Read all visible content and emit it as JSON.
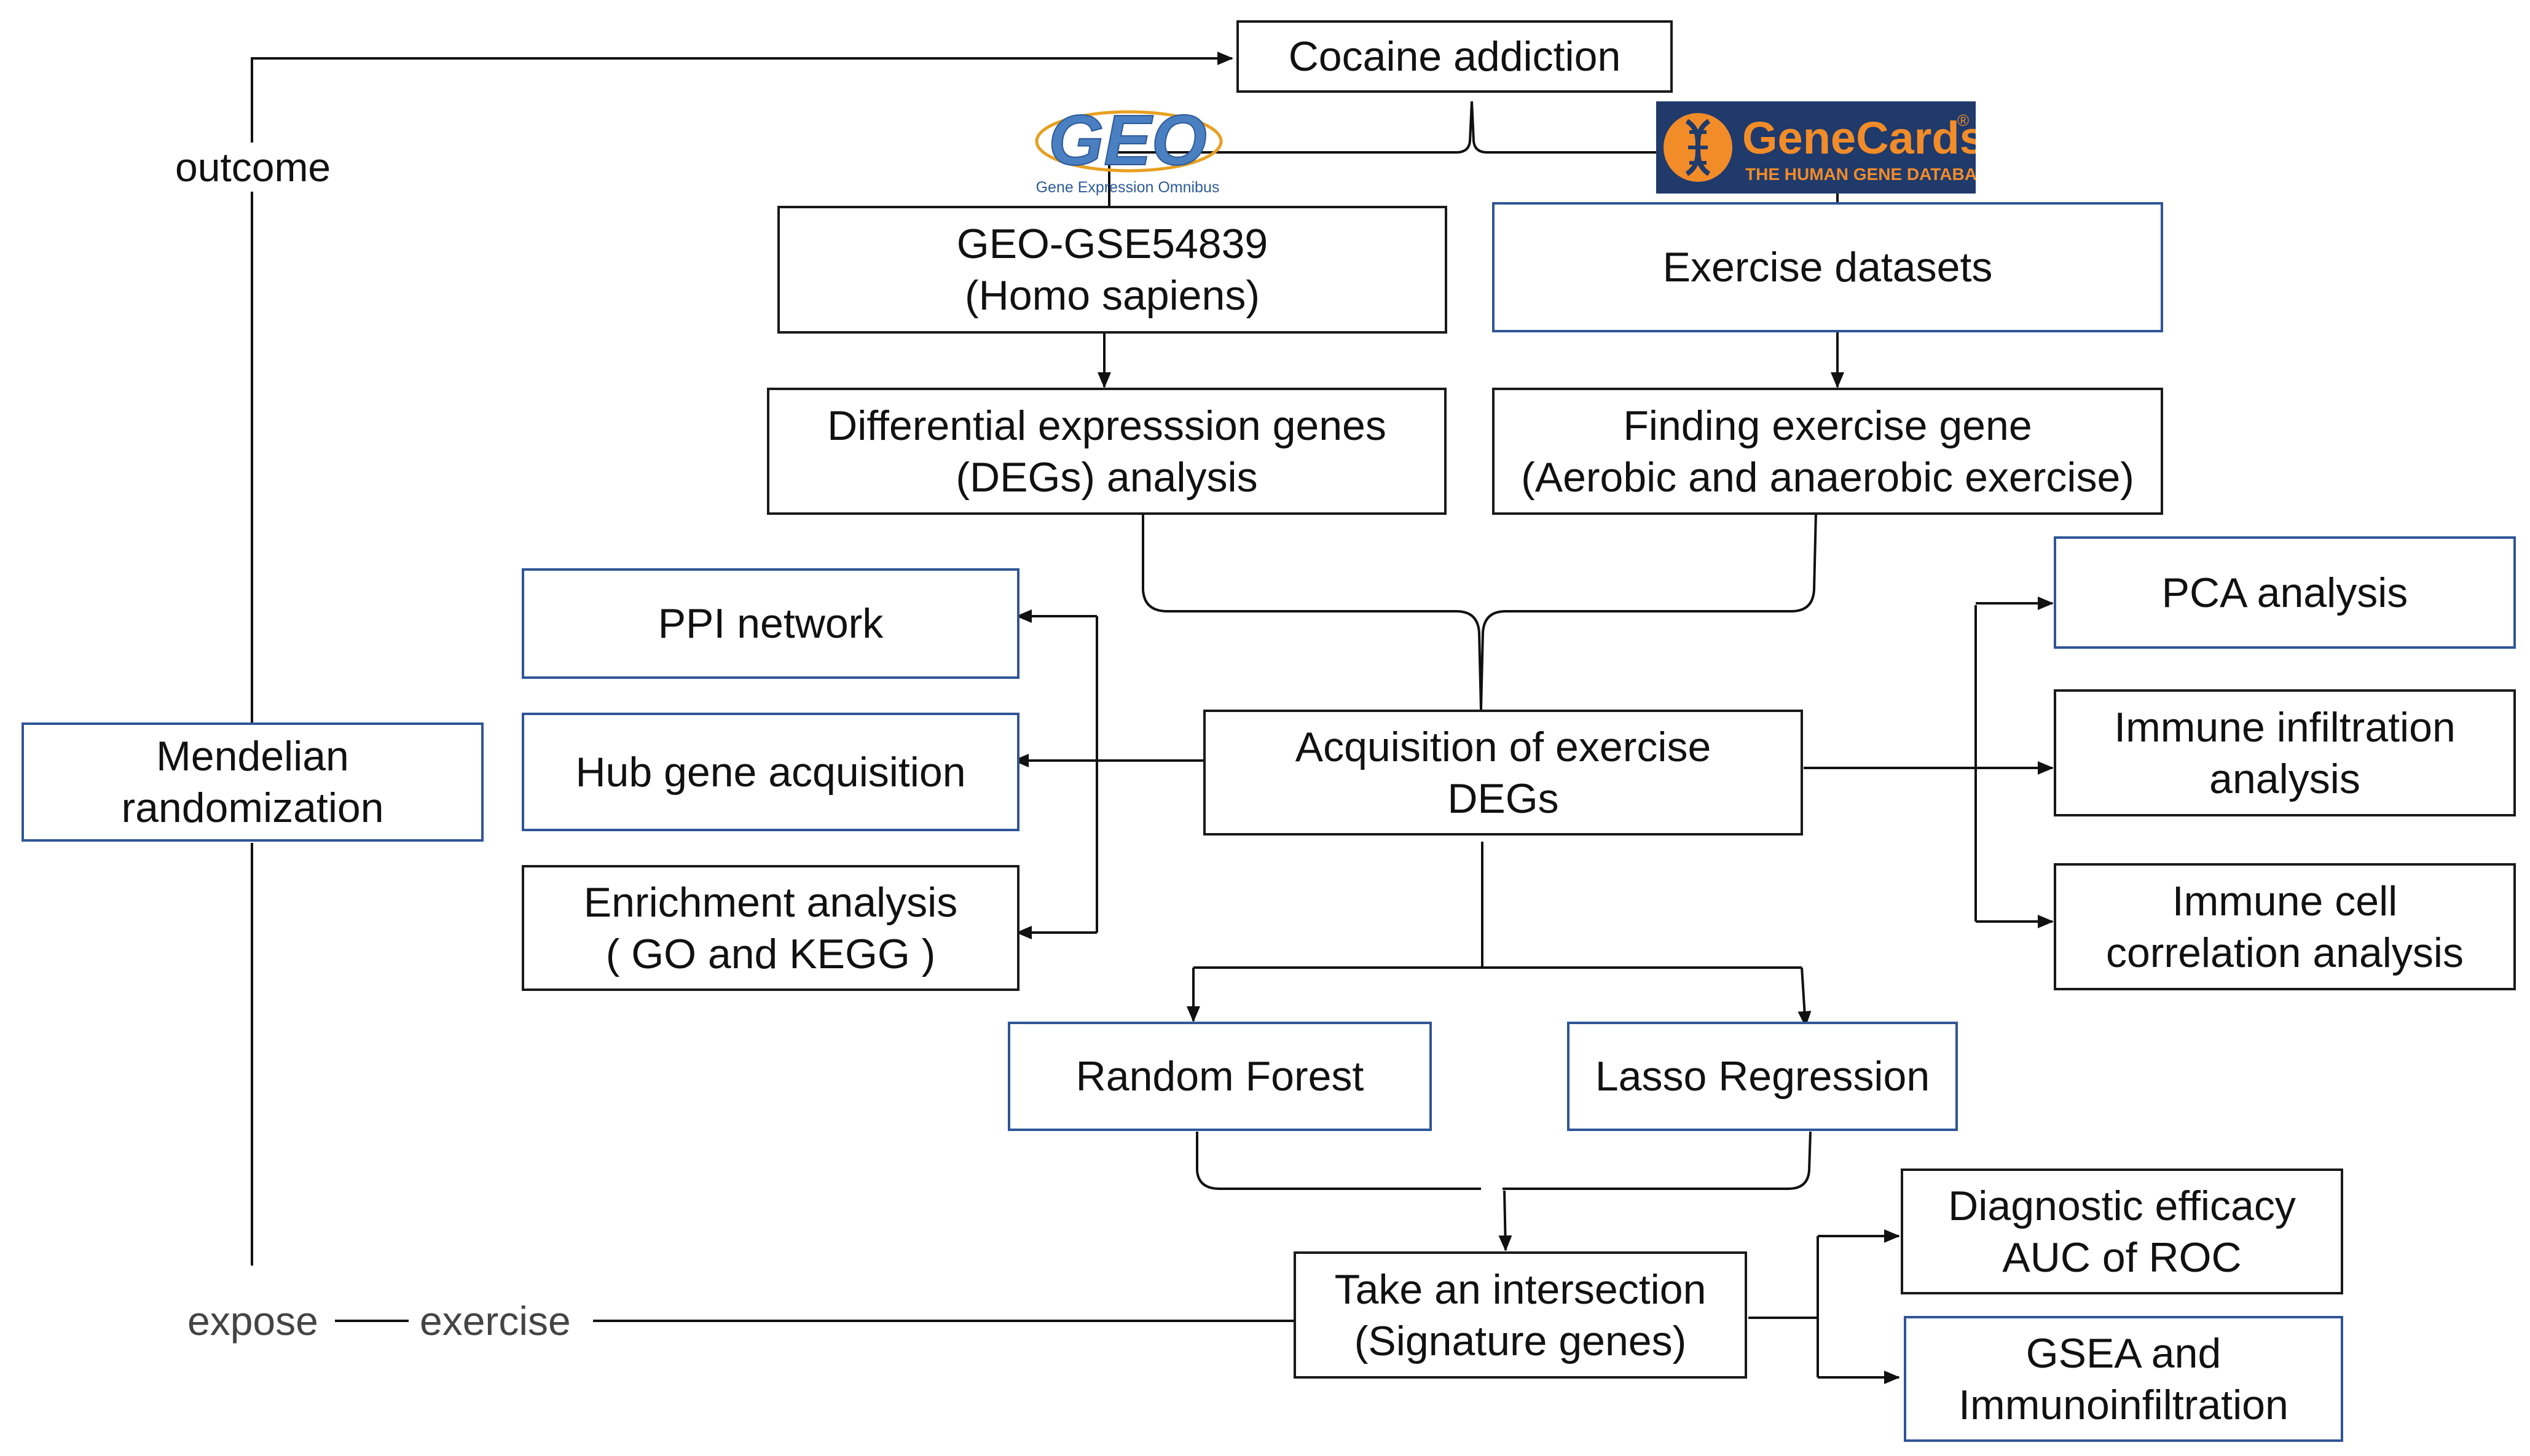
{
  "boxes": {
    "cocaine": "Cocaine addiction",
    "geo_dataset": "GEO-GSE54839\n(Homo sapiens)",
    "exercise_datasets": "Exercise datasets",
    "degs_analysis": "Differential expresssion genes\n(DEGs) analysis",
    "finding_exercise_gene": "Finding exercise gene\n(Aerobic and anaerobic exercise)",
    "ppi": "PPI network",
    "hub": "Hub gene acquisition",
    "enrichment": "Enrichment analysis\n( GO and KEGG )",
    "acquisition": "Acquisition of exercise\nDEGs",
    "pca": "PCA analysis",
    "immune_infiltration": "Immune infiltration\nanalysis",
    "immune_cell": "Immune cell\ncorrelation analysis",
    "random_forest": "Random Forest",
    "lasso": "Lasso Regression",
    "intersection": "Take an intersection\n(Signature genes)",
    "diagnostic": "Diagnostic efficacy\nAUC of ROC",
    "gsea": "GSEA and\nImmunoinfiltration",
    "mendelian": "Mendelian\nrandomization"
  },
  "labels": {
    "outcome": "outcome",
    "expose": "expose",
    "exercise": "exercise"
  },
  "logos": {
    "geo": {
      "wordmark": "GEO",
      "tagline": "Gene Expression Omnibus"
    },
    "genecards": {
      "wordmark": "GeneCards",
      "registered": "®",
      "tagline": "THE HUMAN GENE DATABASE"
    }
  },
  "colors": {
    "line": "#111111",
    "blue_border": "#2f5597",
    "black_border": "#1a1a1a",
    "geo_blue": "#4a7fc1",
    "geo_orange": "#e8a020",
    "genecards_navy": "#1f3a6b",
    "genecards_orange": "#f28c28"
  }
}
